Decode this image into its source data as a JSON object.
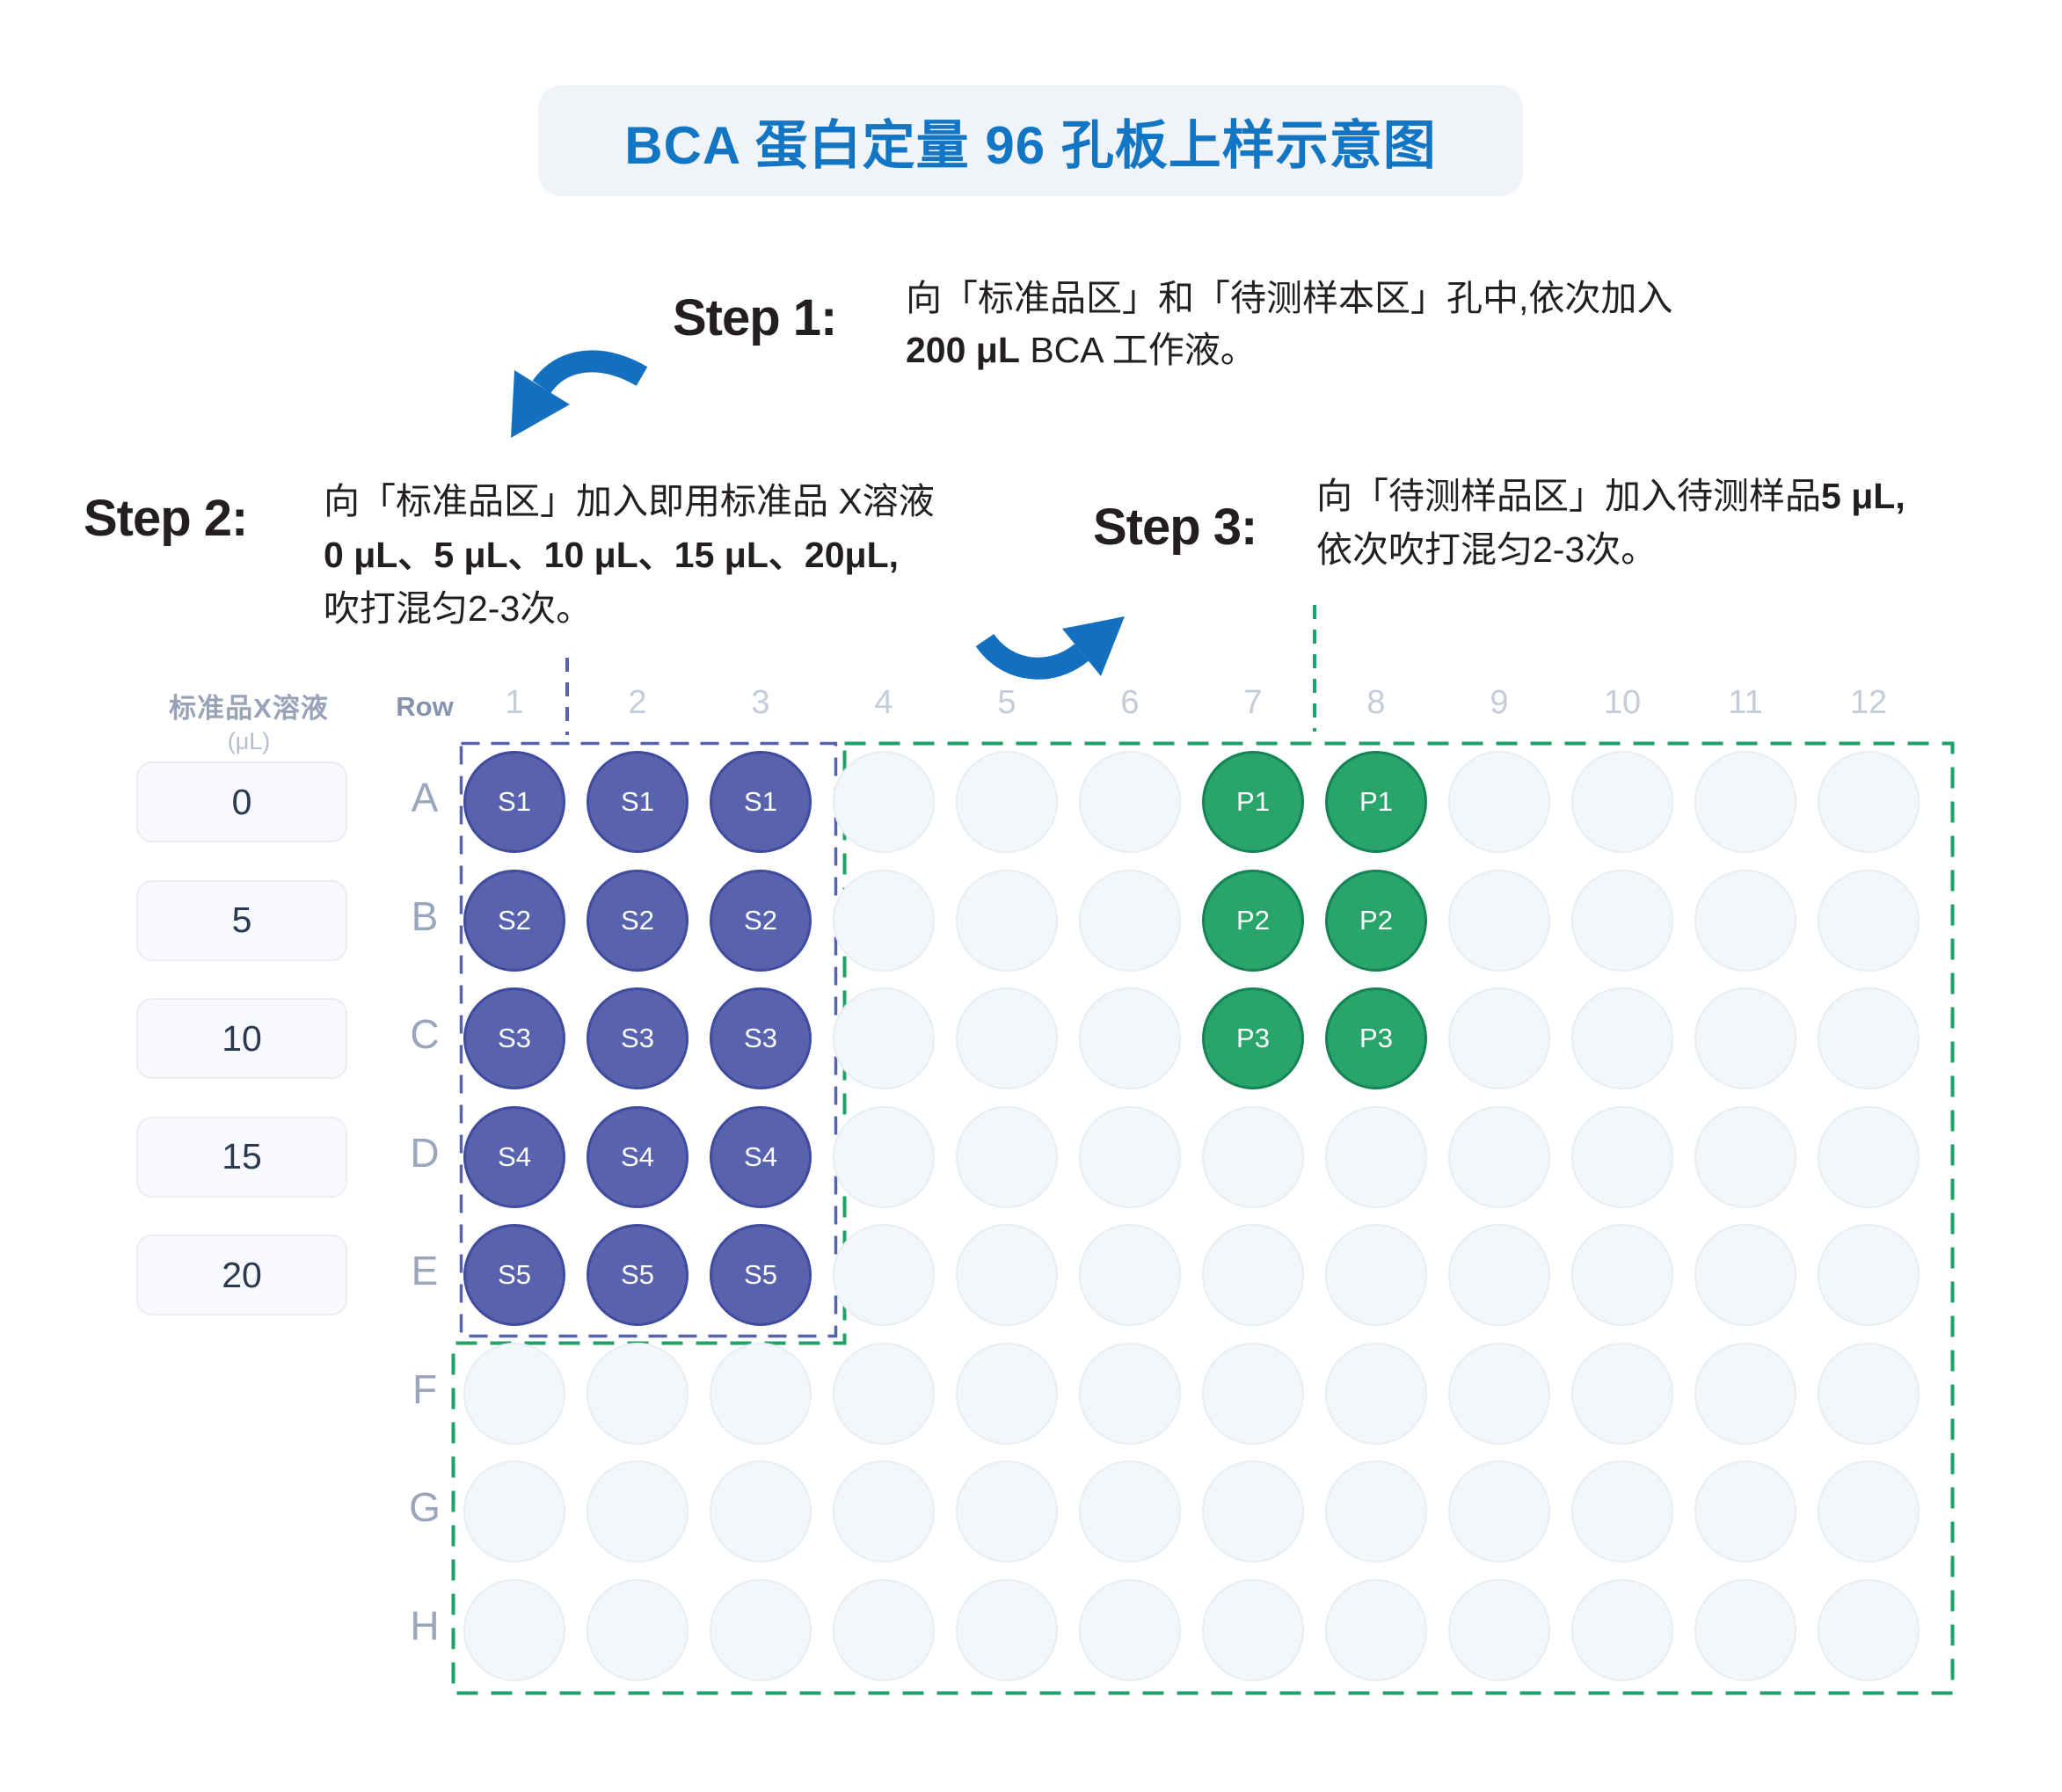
{
  "title": "BCA 蛋白定量 96 孔板上样示意图",
  "steps": {
    "step1": {
      "label": "Step 1:",
      "line1": "向「标准品区」和「待测样本区」孔中,依次加入",
      "line2_bold": "200 μL",
      "line2_rest": " BCA 工作液。"
    },
    "step2": {
      "label": "Step 2:",
      "line1": "向「标准品区」加入即用标准品 X溶液",
      "line2_bold": "0 μL、5 μL、10 μL、15 μL、20μL,",
      "line3": "吹打混匀2-3次。"
    },
    "step3": {
      "label": "Step 3:",
      "line1_pre": "向「待测样品区」加入待测样品",
      "line1_bold": "5 μL,",
      "line2": "依次吹打混匀2-3次。"
    }
  },
  "sidebar": {
    "header": "标准品X溶液",
    "unit": "(μL)",
    "values": [
      "0",
      "5",
      "10",
      "15",
      "20"
    ]
  },
  "plate": {
    "row_header_label": "Row",
    "columns": [
      "1",
      "2",
      "3",
      "4",
      "5",
      "6",
      "7",
      "8",
      "9",
      "10",
      "11",
      "12"
    ],
    "rows": [
      "A",
      "B",
      "C",
      "D",
      "E",
      "F",
      "G",
      "H"
    ],
    "standard_wells": {
      "labels": [
        "S1",
        "S2",
        "S3",
        "S4",
        "S5"
      ],
      "column_range": [
        1,
        3
      ],
      "row_range": [
        "A",
        "E"
      ]
    },
    "sample_wells": {
      "labels": [
        "P1",
        "P2",
        "P3"
      ],
      "column_range": [
        7,
        8
      ],
      "row_range": [
        "A",
        "C"
      ]
    }
  },
  "colors": {
    "title_text": "#1276C4",
    "title_bg": "#F0F4F9",
    "step_text": "#231F20",
    "arrow_blue": "#1470BE",
    "standard_well_fill": "#5862AD",
    "standard_well_border": "#3F4B9F",
    "sample_well_fill": "#29A46B",
    "sample_well_border": "#158355",
    "empty_well_fill": "#F3F7FA",
    "empty_well_border": "#E6EDF3",
    "standards_outline": "#5662AD",
    "samples_outline": "#1FA267",
    "well_label_text": "#FFFFFF",
    "column_label": "#C4CCDA",
    "row_label": "#9AA6BB",
    "row_header": "#8593AE",
    "sidebar_header": "#98A3B7",
    "sidebar_unit": "#B4BECC",
    "sidebar_value_text": "#2B3950",
    "sidebar_box_bg": "#F7F9FC",
    "sidebar_box_border": "#E9EDF3"
  }
}
